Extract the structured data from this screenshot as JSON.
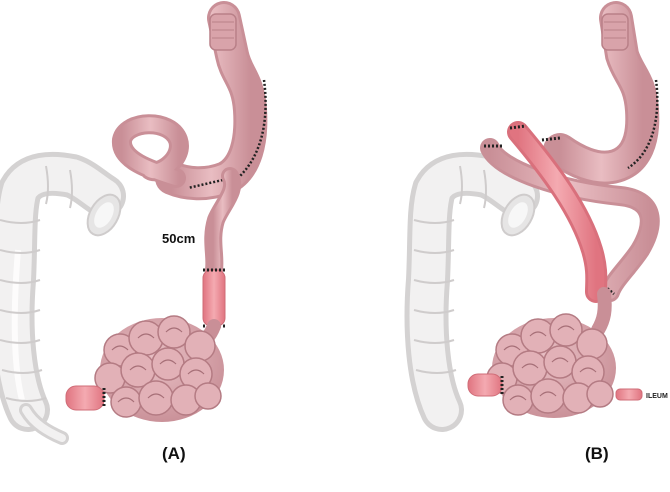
{
  "panels": [
    {
      "label": "(A)",
      "annotation": "50cm"
    },
    {
      "label": "(B)"
    }
  ],
  "legend": {
    "label": "ILEUM",
    "color": "#e88a93"
  },
  "colors": {
    "colon": "#ecebeb",
    "bowel": "#d8a6ac",
    "ileum": "#e88a93",
    "suture": "#222222"
  }
}
